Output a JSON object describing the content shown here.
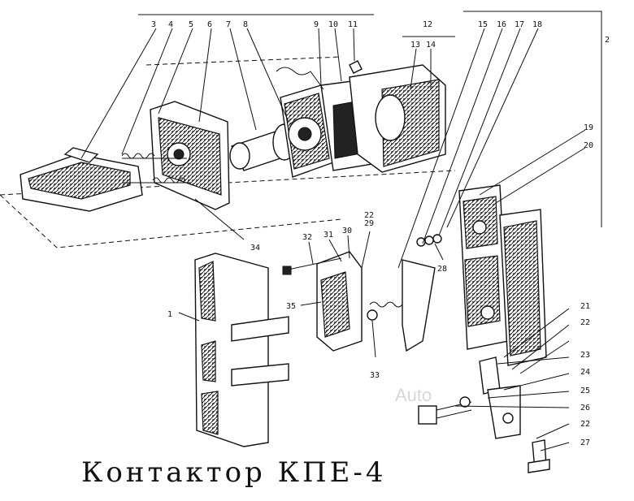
{
  "caption": "Контактор КПЕ-4",
  "watermark": "Auto",
  "callouts": {
    "c1": "1",
    "c2": "2",
    "c3": "3",
    "c4": "4",
    "c5": "5",
    "c6": "6",
    "c7": "7",
    "c8": "8",
    "c9": "9",
    "c10": "10",
    "c11": "11",
    "c12": "12",
    "c13": "13",
    "c14": "14",
    "c15": "15",
    "c16": "16",
    "c17": "17",
    "c18": "18",
    "c19": "19",
    "c20": "20",
    "c21": "21",
    "c22a": "22",
    "c22b": "22",
    "c23": "23",
    "c24": "24",
    "c25": "25",
    "c26": "26",
    "c27": "27",
    "c28": "28",
    "c29": "29",
    "c30": "30",
    "c31": "31",
    "c32": "32",
    "c33": "33",
    "c34": "34",
    "c35": "35"
  }
}
